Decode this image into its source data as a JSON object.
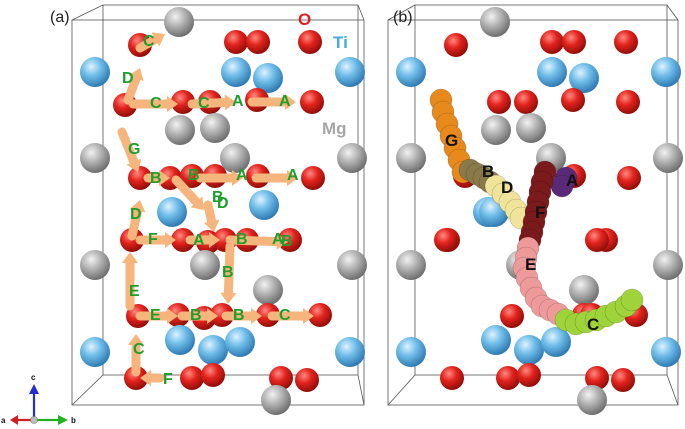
{
  "panels": [
    {
      "label": "(a)"
    },
    {
      "label": "(b)"
    }
  ],
  "legend": [
    {
      "symbol": "O",
      "color": "#e0201c"
    },
    {
      "symbol": "Ti",
      "color": "#45a8e0"
    },
    {
      "symbol": "Mg",
      "color": "#a6a6a6"
    }
  ],
  "axes": [
    {
      "label": "c",
      "color": "#1f2fd0"
    },
    {
      "label": "a",
      "color": "#d01f1f"
    },
    {
      "label": "b",
      "color": "#22b022"
    }
  ],
  "panel_a_hops": [
    "C",
    "D",
    "C",
    "C",
    "A",
    "A",
    "G",
    "B",
    "B",
    "B",
    "A",
    "A",
    "D",
    "D",
    "F",
    "A",
    "A",
    "B",
    "B",
    "E",
    "E",
    "B",
    "B",
    "C",
    "C",
    "F",
    "B"
  ],
  "panel_b_segments": [
    {
      "label": "G",
      "color": "#e8891c"
    },
    {
      "label": "B",
      "color": "#8a7a4a"
    },
    {
      "label": "D",
      "color": "#f0e49a"
    },
    {
      "label": "A",
      "color": "#5a2a78"
    },
    {
      "label": "F",
      "color": "#7a1a1a"
    },
    {
      "label": "E",
      "color": "#ee9a9a"
    },
    {
      "label": "C",
      "color": "#9ed43a"
    }
  ]
}
